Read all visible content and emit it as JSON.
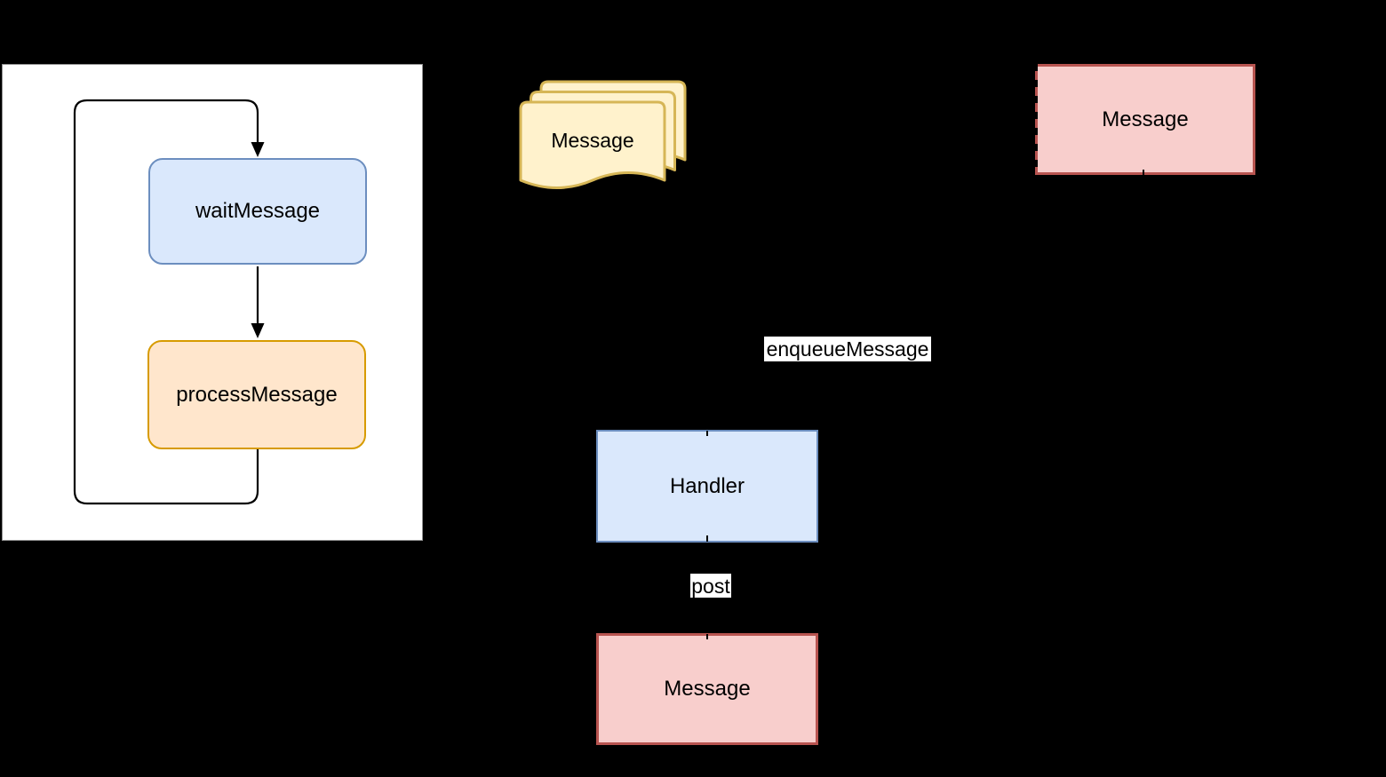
{
  "diagram": {
    "background_color": "#000000",
    "looper_panel": {
      "wait_node": {
        "label": "waitMessage",
        "fill": "#dae8fc",
        "stroke": "#6c8ebf"
      },
      "process_node": {
        "label": "processMessage",
        "fill": "#ffe6cc",
        "stroke": "#d79b00"
      },
      "panel_fill": "#ffffff"
    },
    "message_queue_stack": {
      "label": "Message",
      "fill": "#fff2cc",
      "stroke": "#d6b656"
    },
    "incoming_message_node": {
      "label": "Message",
      "fill": "#f8cecc",
      "stroke": "#b85450",
      "left_edge_style": "dashed-black"
    },
    "handler_node": {
      "label": "Handler",
      "fill": "#dae8fc",
      "stroke": "#6c8ebf"
    },
    "posted_message_node": {
      "label": "Message",
      "fill": "#f8cecc",
      "stroke": "#b85450"
    },
    "edge_labels": {
      "enqueue": "enqueueMessage",
      "post": "post"
    },
    "line_color": "#000000"
  }
}
